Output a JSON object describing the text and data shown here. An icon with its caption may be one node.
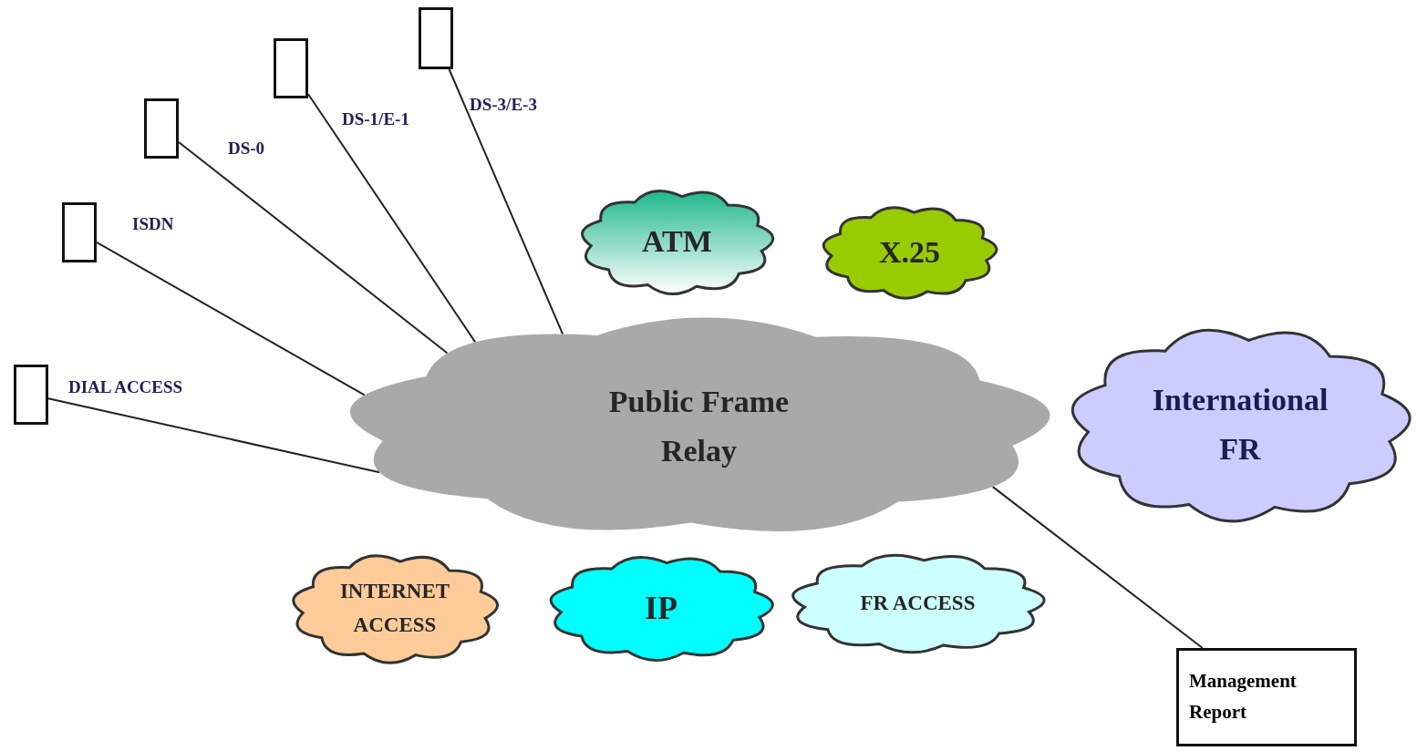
{
  "diagram": {
    "nodes": [
      {
        "text": [],
        "shape": "box",
        "beside": [
          "DIAL ACCESS"
        ]
      },
      {
        "text": [],
        "shape": "box",
        "beside": [
          "ISDN"
        ]
      },
      {
        "text": [],
        "shape": "box",
        "beside": [
          "DS-0"
        ]
      },
      {
        "text": [],
        "shape": "box",
        "beside": [
          "DS-1/E-1"
        ]
      },
      {
        "text": [],
        "shape": "box",
        "beside": [
          "DS-3/E-3"
        ]
      },
      {
        "text": [
          "ATM"
        ]
      },
      {
        "text": [
          "X.25"
        ]
      },
      {
        "text": [
          "Public Frame Relay"
        ]
      },
      {
        "text": [
          "International FR"
        ]
      },
      {
        "text": [
          "INTERNET ACCESS"
        ]
      },
      {
        "text": [
          "IP"
        ]
      },
      {
        "text": [
          "FR ACCESS"
        ]
      },
      {
        "text": [
          "Management Report"
        ]
      }
    ],
    "edges": [
      {
        "from": 0,
        "to": 7,
        "arrow": "none"
      },
      {
        "from": 1,
        "to": 7,
        "arrow": "none"
      },
      {
        "from": 2,
        "to": 7,
        "arrow": "none"
      },
      {
        "from": 3,
        "to": 7,
        "arrow": "none"
      },
      {
        "from": 4,
        "to": 7,
        "arrow": "none"
      },
      {
        "from": 7,
        "to": 12,
        "arrow": "none"
      }
    ]
  }
}
